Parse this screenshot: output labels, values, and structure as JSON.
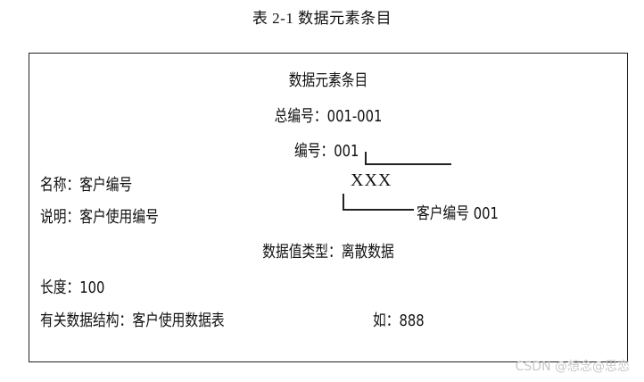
{
  "caption": "表 2-1  数据元素条目",
  "entry": {
    "title": "数据元素条目",
    "total_number": "总编号：001-001",
    "number": "编号：001",
    "name": "名称：客户编号",
    "description": "说明：客户使用编号",
    "format_placeholder": "XXX",
    "format_note": "客户编号 001",
    "value_type": "数据值类型：离散数据",
    "length": "长度：100",
    "related_structure": "有关数据结构：客户使用数据表",
    "example": "如：888"
  },
  "watermark": "CSDN @想念@思恋"
}
